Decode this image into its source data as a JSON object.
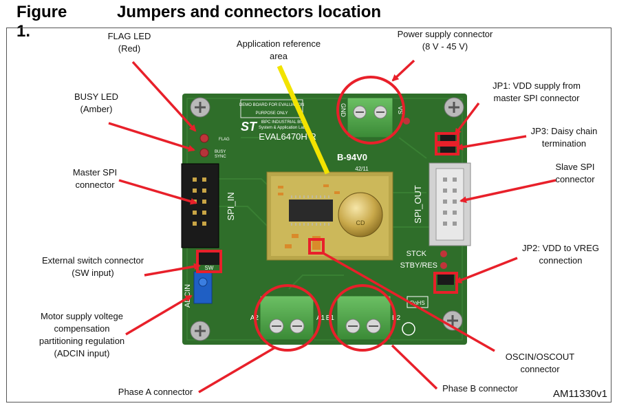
{
  "figure": {
    "number": "Figure 1.",
    "title": "Jumpers and connectors location",
    "ref_id": "AM11330v1"
  },
  "callouts": {
    "flag_led": [
      "FLAG LED",
      "(Red)"
    ],
    "busy_led": [
      "BUSY LED",
      "(Amber)"
    ],
    "master_spi": [
      "Master SPI",
      "connector"
    ],
    "ext_switch": [
      "External switch connector",
      "(SW input)"
    ],
    "motor_supply": [
      "Motor supply voltege",
      "compensation",
      "partitioning regulation",
      "(ADCIN input)"
    ],
    "phase_a": [
      "Phase A connector"
    ],
    "app_ref": [
      "Application reference",
      "area"
    ],
    "power_supply": [
      "Power supply connector",
      "(8 V - 45 V)"
    ],
    "jp1": [
      "JP1: VDD supply from",
      "master SPI connector"
    ],
    "jp3": [
      "JP3: Daisy chain",
      "termination"
    ],
    "slave_spi": [
      "Slave SPI",
      "connector"
    ],
    "jp2": [
      "JP2: VDD to VREG",
      "connection"
    ],
    "osc": [
      "OSCIN/OSCOUT",
      "connector"
    ],
    "phase_b": [
      "Phase B connector"
    ]
  },
  "board": {
    "header_text_1": "DEMO BOARD FOR EVALUATION",
    "header_text_2": "PURPOSE ONLY",
    "header_text_3": "IBPC INDUSTRIAL BU",
    "header_text_4": "System & Application Lab",
    "part_name": "EVAL6470H R",
    "pcb_code": "B-94V0",
    "date_code": "42/11",
    "led_flag": "FLAG",
    "led_busy": "BUSY",
    "led_sync": "SYNC",
    "spi_in": "SPI_IN",
    "spi_out": "SPI_OUT",
    "sw": "SW",
    "adcin": "ADCIN",
    "stck": "STCK",
    "stby": "STBY/RES",
    "a2": "A2",
    "a1": "A1",
    "b1": "B1",
    "b2": "B2",
    "gnd": "GND",
    "vs": "VS",
    "rohs": "RoHS",
    "cap": "CD"
  },
  "colors": {
    "pcb": "#2f6e2a",
    "pcb_dark": "#23521f",
    "terminal": "#4fa24a",
    "callout": "#e8202a",
    "highlight": "#f2e300"
  }
}
